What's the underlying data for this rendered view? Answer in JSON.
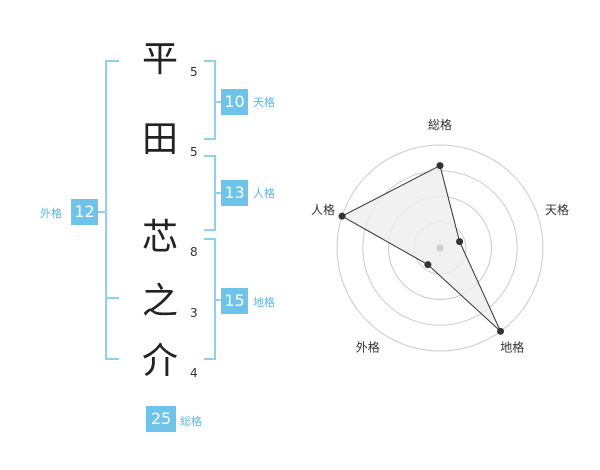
{
  "name": {
    "characters": [
      {
        "char": "平",
        "strokes": "5"
      },
      {
        "char": "田",
        "strokes": "5"
      },
      {
        "char": "芯",
        "strokes": "8"
      },
      {
        "char": "之",
        "strokes": "3"
      },
      {
        "char": "介",
        "strokes": "4"
      }
    ]
  },
  "fortune": {
    "tenkaku": {
      "value": "10",
      "label": "天格"
    },
    "jinkaku": {
      "value": "13",
      "label": "人格"
    },
    "chikaku": {
      "value": "15",
      "label": "地格"
    },
    "gaikaku": {
      "value": "12",
      "label": "外格"
    },
    "soukaku": {
      "value": "25",
      "label": "総格"
    }
  },
  "radar": {
    "axes": [
      "総格",
      "天格",
      "地格",
      "外格",
      "人格"
    ],
    "levels": 4,
    "max": 5,
    "values": [
      4,
      1,
      5,
      1,
      5
    ],
    "colors": {
      "grid": "#cccccc",
      "fill": "#eeeeee",
      "line": "#333333",
      "point": "#333333",
      "center": "#cccccc"
    }
  },
  "colors": {
    "accent": "#6ec3ea",
    "accent_text": "#5db8e6",
    "bracket": "#8fd0f0"
  }
}
